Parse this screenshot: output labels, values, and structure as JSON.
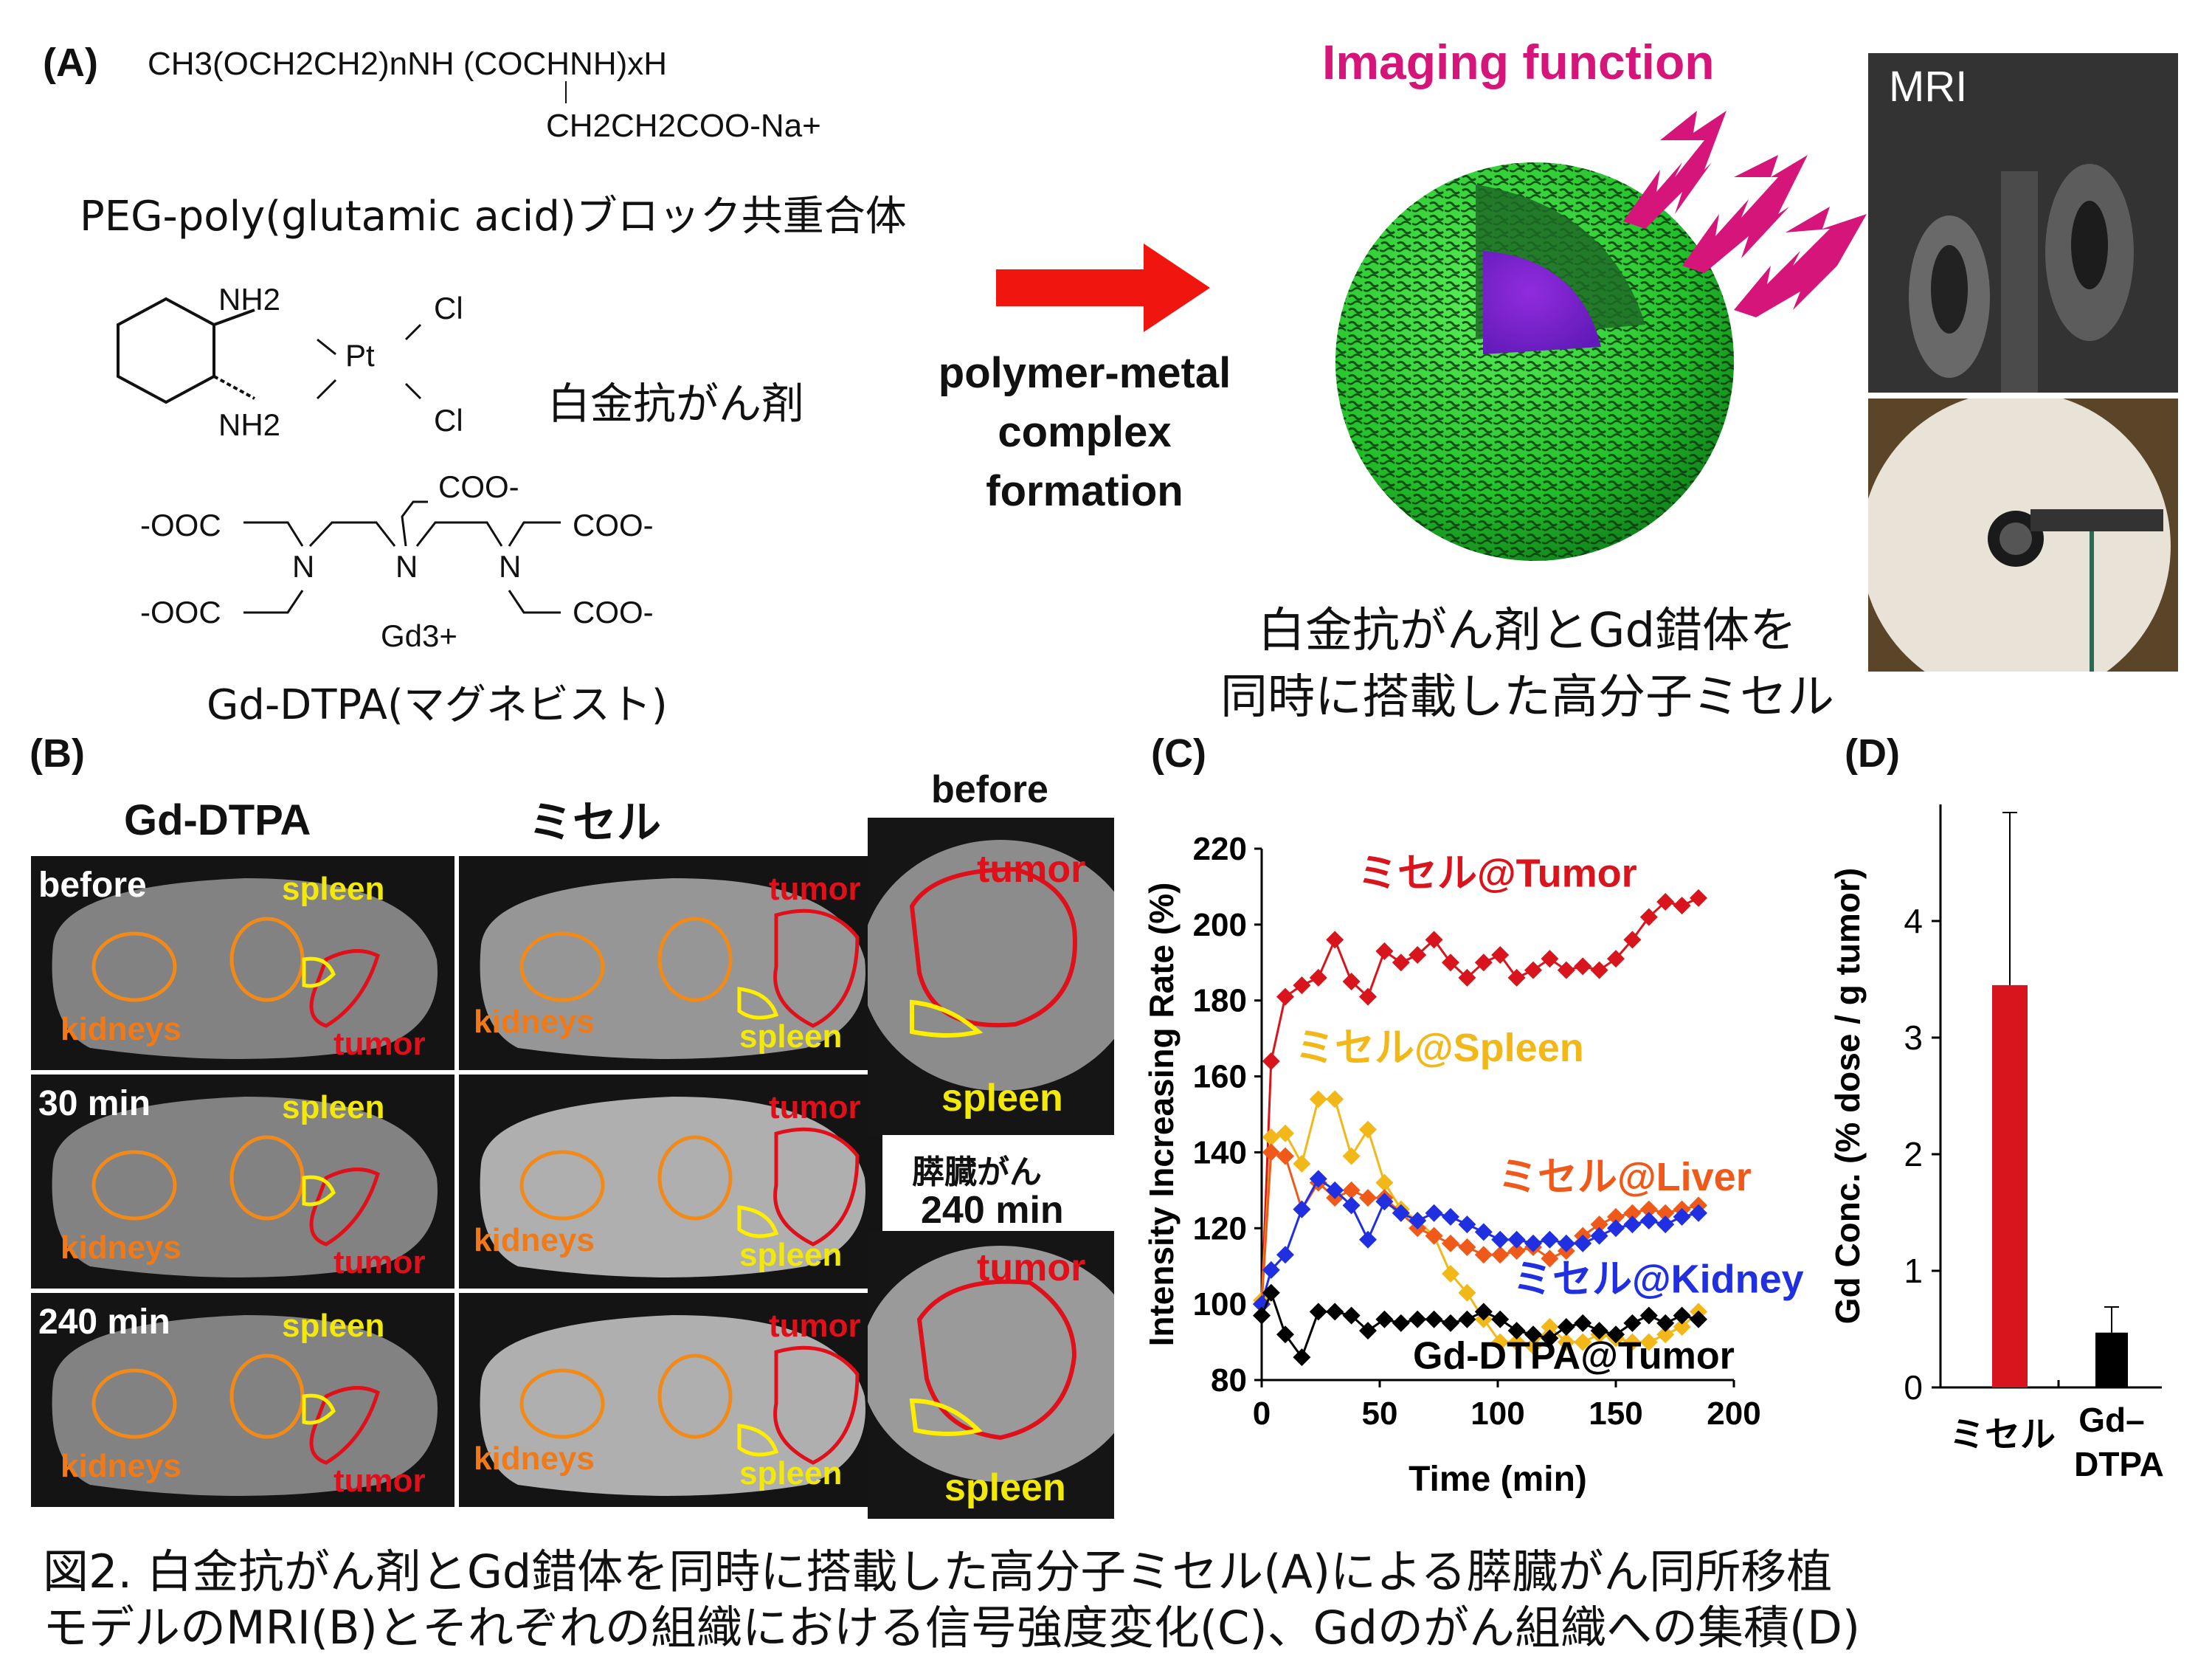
{
  "panelA": {
    "label": "(A)",
    "formula_line1": "CH3(OCH2CH2)nNH (COCHNH)xH",
    "formula_line2": "CH2CH2COO-Na+",
    "polymer_name": "PEG-poly(glutamic acid)ブロック共重合体",
    "pt_nh2_top": "NH2",
    "pt_nh2_bottom": "NH2",
    "pt_atom": "Pt",
    "pt_cl_top": "Cl",
    "pt_cl_bottom": "Cl",
    "platinum_drug": "白金抗がん剤",
    "gd_coo_top": "COO-",
    "gd_ooc_left_top": "-OOC",
    "gd_ooc_left_bottom": "-OOC",
    "gd_coo_right_top": "COO-",
    "gd_coo_right_bottom": "COO-",
    "gd_n1": "N",
    "gd_n2": "N",
    "gd_n3": "N",
    "gd_ion": "Gd3+",
    "gd_name": "Gd-DTPA(マグネビスト)",
    "arrow_text": [
      "polymer-metal",
      "complex",
      "formation"
    ],
    "imaging_function": "Imaging function",
    "mri_label": "MRI",
    "micelle_caption": [
      "白金抗がん剤とGd錯体を",
      "同時に搭載した高分子ミセル"
    ]
  },
  "panelB": {
    "label": "(B)",
    "col_gd": "Gd-DTPA",
    "col_micelle": "ミセル",
    "row_times": [
      "before",
      "30 min",
      "240 min"
    ],
    "organ_kidneys": "kidneys",
    "organ_spleen": "spleen",
    "organ_tumor": "tumor",
    "side_before": "before",
    "side_caption": "膵臓がん",
    "side_240": "240 min"
  },
  "panelC": {
    "label": "(C)"
  },
  "panelD": {
    "label": "(D)"
  },
  "colors": {
    "red": "#d8141c",
    "orange": "#ef5a1a",
    "yellow": "#f2b81a",
    "blue": "#2030e0",
    "black": "#000000",
    "magenta": "#d6157a",
    "arrow_red": "#f0150e",
    "green": "#27c93a"
  },
  "chart_data": [
    {
      "type": "line",
      "xlabel": "Time (min)",
      "ylabel": "Intensity Increasing Rate (%)",
      "xlim": [
        0,
        200
      ],
      "ylim": [
        80,
        220
      ],
      "xticks": [
        0,
        50,
        100,
        150,
        200
      ],
      "yticks": [
        80,
        100,
        120,
        140,
        160,
        180,
        200,
        220
      ],
      "grid": false,
      "series": [
        {
          "name": "ミセル@Tumor",
          "color": "#d8141c",
          "x": [
            0,
            4,
            10,
            17,
            24,
            31,
            38,
            45,
            52,
            59,
            66,
            73,
            80,
            87,
            94,
            101,
            108,
            115,
            122,
            129,
            136,
            143,
            150,
            157,
            164,
            171,
            178,
            185
          ],
          "y": [
            100,
            164,
            181,
            184,
            186,
            196,
            185,
            181,
            193,
            190,
            192,
            196,
            190,
            186,
            190,
            192,
            186,
            188,
            191,
            188,
            189,
            188,
            191,
            196,
            202,
            206,
            205,
            207
          ]
        },
        {
          "name": "ミセル@Spleen",
          "color": "#f2b81a",
          "x": [
            0,
            4,
            10,
            17,
            24,
            31,
            38,
            45,
            52,
            59,
            66,
            73,
            80,
            87,
            94,
            101,
            108,
            115,
            122,
            129,
            136,
            143,
            150,
            157,
            164,
            171,
            178,
            185
          ],
          "y": [
            101,
            144,
            145,
            137,
            154,
            154,
            139,
            146,
            132,
            125,
            122,
            118,
            108,
            103,
            96,
            90,
            90,
            89,
            94,
            90,
            90,
            92,
            91,
            90,
            90,
            92,
            94,
            98
          ]
        },
        {
          "name": "ミセル@Liver",
          "color": "#ef5a1a",
          "x": [
            0,
            4,
            10,
            17,
            24,
            31,
            38,
            45,
            52,
            59,
            66,
            73,
            80,
            87,
            94,
            101,
            108,
            115,
            122,
            129,
            136,
            143,
            150,
            157,
            164,
            171,
            178,
            185
          ],
          "y": [
            100,
            140,
            139,
            125,
            132,
            128,
            130,
            128,
            128,
            124,
            120,
            118,
            116,
            115,
            113,
            113,
            114,
            115,
            112,
            114,
            118,
            121,
            123,
            124,
            125,
            124,
            125,
            126
          ]
        },
        {
          "name": "ミセル@Kidney",
          "color": "#2030e0",
          "x": [
            0,
            4,
            10,
            17,
            24,
            31,
            38,
            45,
            52,
            59,
            66,
            73,
            80,
            87,
            94,
            101,
            108,
            115,
            122,
            129,
            136,
            143,
            150,
            157,
            164,
            171,
            178,
            185
          ],
          "y": [
            100,
            109,
            113,
            125,
            133,
            130,
            126,
            117,
            127,
            124,
            122,
            124,
            123,
            121,
            119,
            117,
            117,
            116,
            117,
            116,
            116,
            118,
            120,
            121,
            122,
            121,
            123,
            124
          ]
        },
        {
          "name": "Gd-DTPA@Tumor",
          "color": "#000000",
          "x": [
            0,
            4,
            10,
            17,
            24,
            31,
            38,
            45,
            52,
            59,
            66,
            73,
            80,
            87,
            94,
            101,
            108,
            115,
            122,
            129,
            136,
            143,
            150,
            157,
            164,
            171,
            178,
            185
          ],
          "y": [
            97,
            103,
            92,
            86,
            98,
            98,
            97,
            93,
            96,
            95,
            96,
            96,
            95,
            96,
            98,
            96,
            93,
            92,
            91,
            94,
            95,
            93,
            92,
            95,
            97,
            95,
            97,
            96
          ]
        }
      ]
    },
    {
      "type": "bar",
      "ylabel": "Gd Conc. (% dose / g tumor)",
      "ylim": [
        0,
        5
      ],
      "yticks": [
        0,
        1,
        2,
        3,
        4
      ],
      "categories": [
        "ミセル",
        "Gd–DTPA"
      ],
      "values": [
        3.45,
        0.47
      ],
      "errors": [
        1.48,
        0.22
      ],
      "colors": [
        "#d8141c",
        "#000000"
      ]
    }
  ],
  "caption": [
    "図2. 白金抗がん剤とGd錯体を同時に搭載した高分子ミセル(A)による膵臓がん同所移植",
    "モデルのMRI(B)とそれぞれの組織における信号強度変化(C)、Gdのがん組織への集積(D)"
  ]
}
